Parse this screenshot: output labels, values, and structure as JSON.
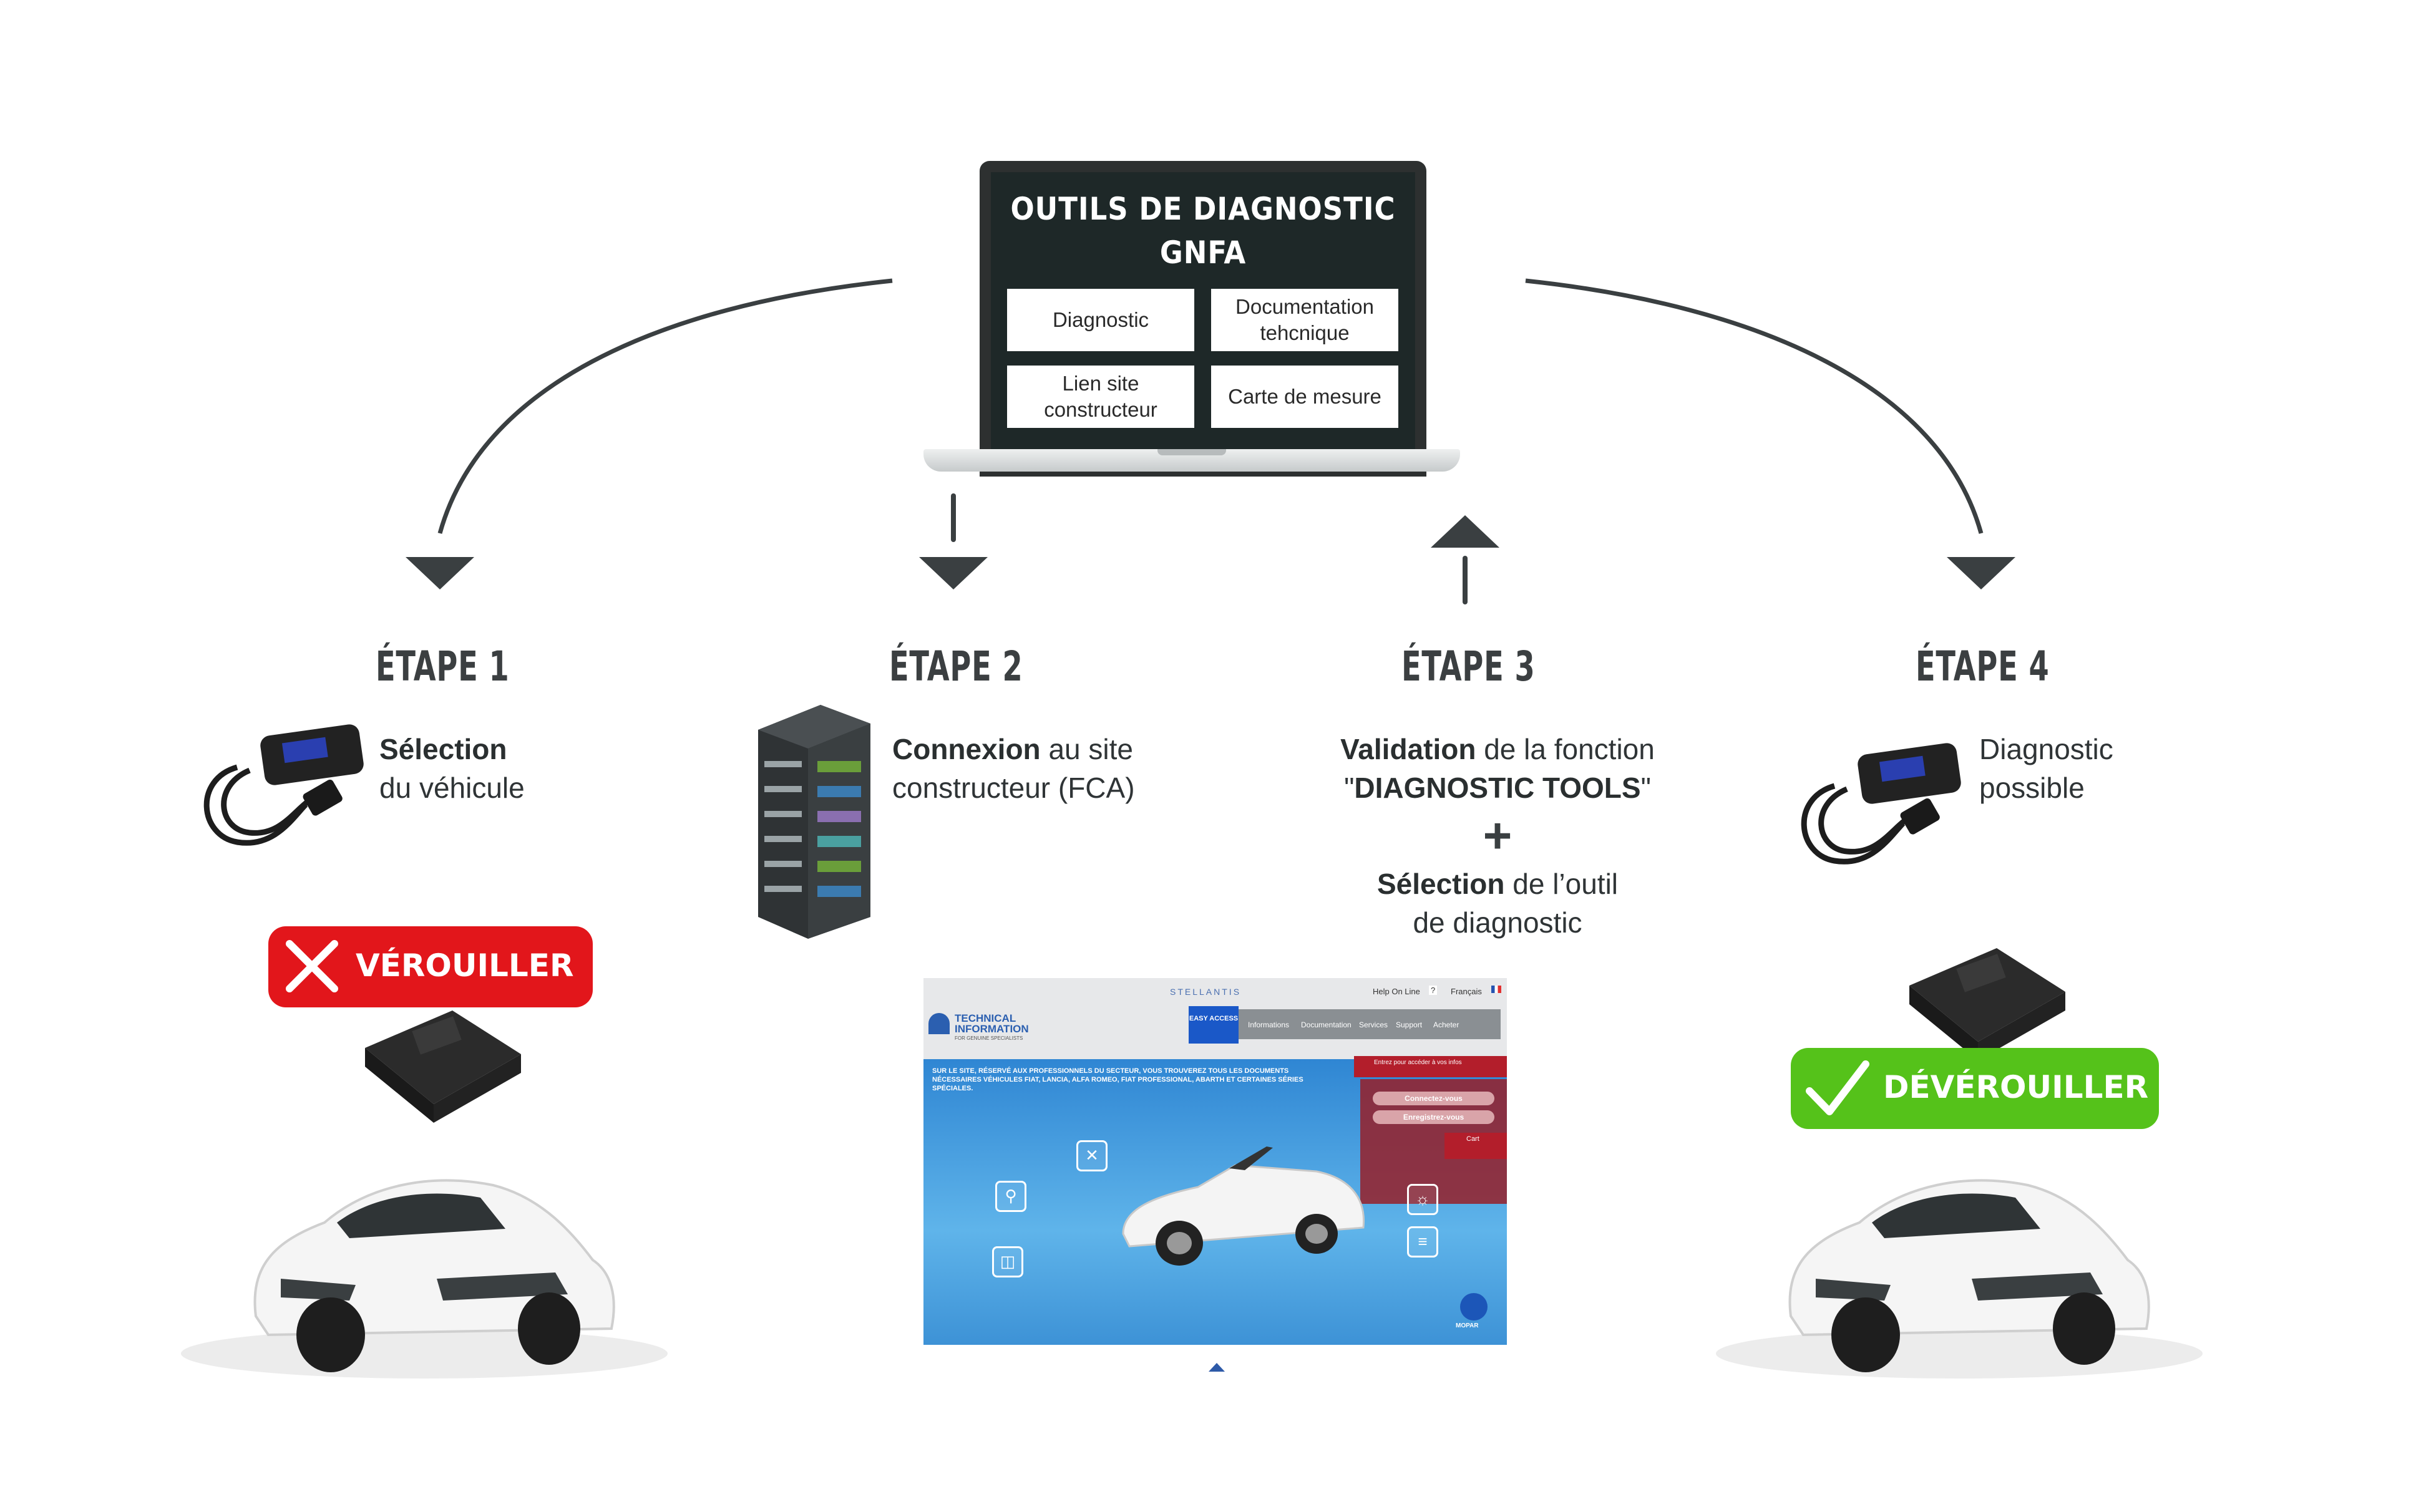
{
  "laptop": {
    "title_line1": "OUTILS DE DIAGNOSTIC",
    "title_line2": "GNFA",
    "tiles": [
      "Diagnostic",
      "Documentation tehcnique",
      "Lien site constructeur",
      "Carte de mesure"
    ]
  },
  "steps": [
    {
      "heading": "ÉTAPE 1",
      "bold": "Sélection",
      "rest": "du véhicule"
    },
    {
      "heading": "ÉTAPE 2",
      "bold": "Connexion",
      "rest1": " au site",
      "rest2": "constructeur (FCA)"
    },
    {
      "heading": "ÉTAPE 3",
      "bold1": "Validation",
      "rest1": " de la fonction",
      "quote_open": "\"",
      "bold2": "DIAGNOSTIC TOOLS",
      "quote_close": "\"",
      "plus": "+",
      "bold3": "Sélection",
      "rest3": " de l’outil",
      "rest4": "de diagnostic"
    },
    {
      "heading": "ÉTAPE 4",
      "line1": "Diagnostic",
      "line2": "possible"
    }
  ],
  "badges": {
    "locked": "VÉROUILLER",
    "unlocked": "DÉVÉROUILLER",
    "locked_color": "#e2161b",
    "unlocked_color": "#55c21a"
  },
  "website": {
    "brand": "STELLANTIS",
    "help": "Help On Line",
    "help_icon": "?",
    "lang": "Français",
    "logo_line1": "TECHNICAL",
    "logo_line2": "INFORMATION",
    "logo_tag": "FOR GENUINE SPECIALISTS",
    "easy": "EASY ACCESS",
    "nav": [
      "Informations",
      "Documentation",
      "Services",
      "Support",
      "Acheter"
    ],
    "intro": "SUR LE SITE, RÉSERVÉ AUX PROFESSIONNELS DU SECTEUR, VOUS TROUVEREZ TOUS LES DOCUMENTS NÉCESSAIRES VÉHICULES FIAT, LANCIA, ALFA ROMEO, FIAT PROFESSIONAL, ABARTH ET CERTAINES SÉRIES SPÉCIALES.",
    "login_prompt": "Entrez pour accéder à vos infos",
    "connect": "Connectez-vous",
    "register": "Enregistrez-vous",
    "cart": "Cart",
    "mopar": "MOPAR"
  }
}
